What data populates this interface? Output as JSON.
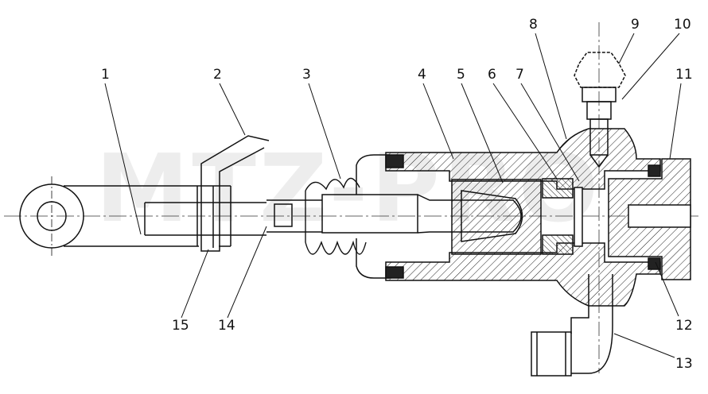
{
  "watermark": "MTZ-PRO",
  "callouts": [
    {
      "id": "1",
      "text": "1"
    },
    {
      "id": "2",
      "text": "2"
    },
    {
      "id": "3",
      "text": "3"
    },
    {
      "id": "4",
      "text": "4"
    },
    {
      "id": "5",
      "text": "5"
    },
    {
      "id": "6",
      "text": "6"
    },
    {
      "id": "7",
      "text": "7"
    },
    {
      "id": "8",
      "text": "8"
    },
    {
      "id": "9",
      "text": "9"
    },
    {
      "id": "10",
      "text": "10"
    },
    {
      "id": "11",
      "text": "11"
    },
    {
      "id": "12",
      "text": "12"
    },
    {
      "id": "13",
      "text": "13"
    },
    {
      "id": "14",
      "text": "14"
    },
    {
      "id": "15",
      "text": "15"
    }
  ]
}
